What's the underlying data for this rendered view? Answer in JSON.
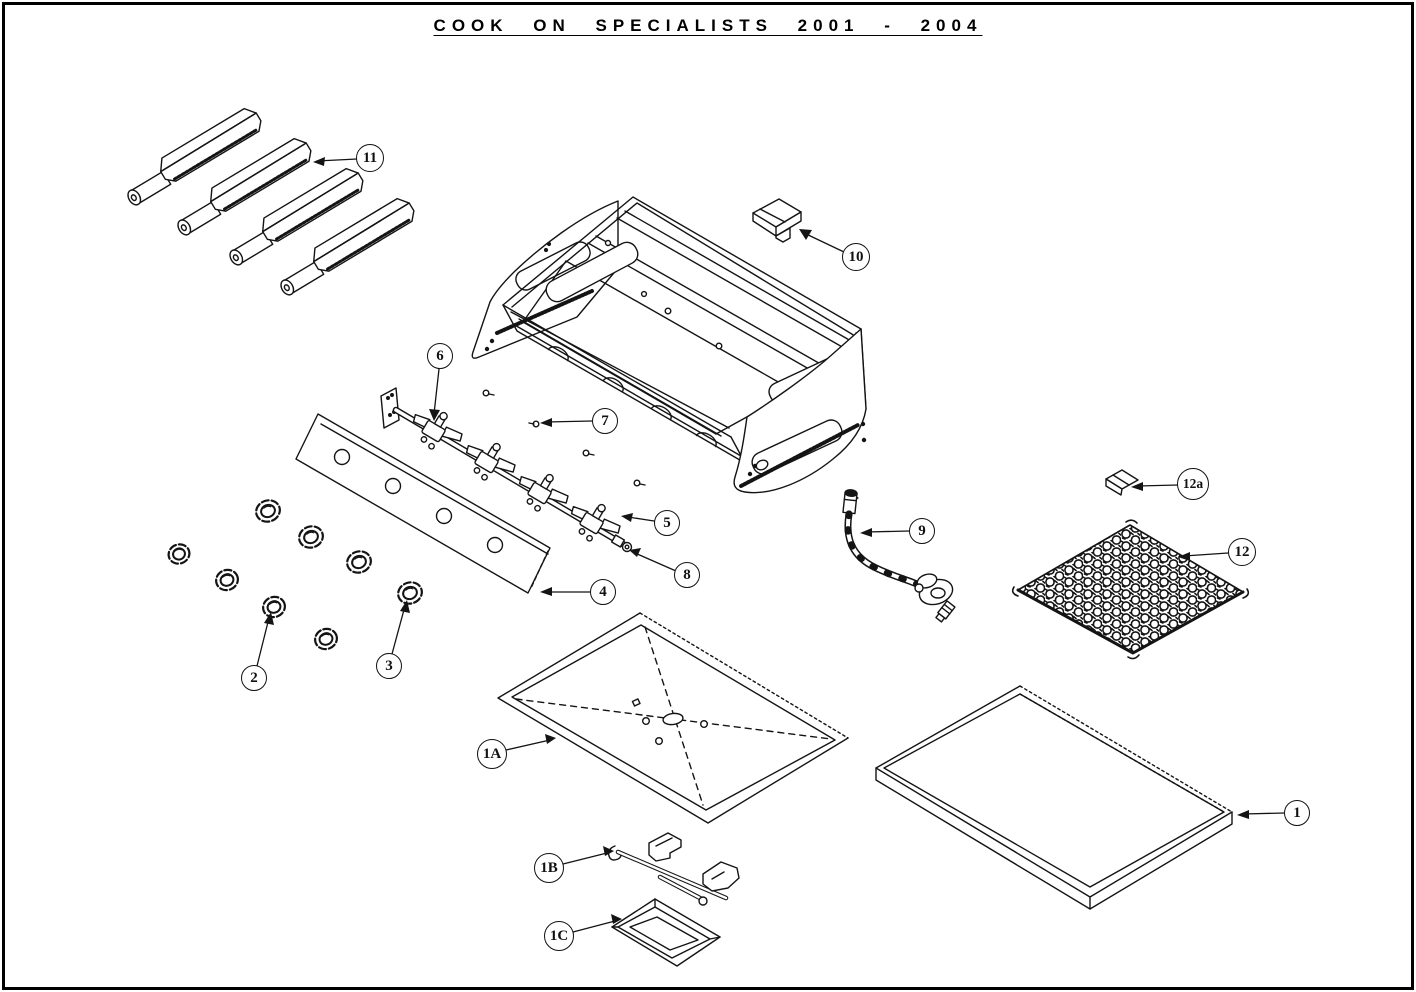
{
  "title": "COOK ON SPECIALISTS 2001 - 2004",
  "colors": {
    "ink": "#141414",
    "paper": "#ffffff"
  },
  "callouts": [
    {
      "label": "1"
    },
    {
      "label": "1A"
    },
    {
      "label": "1B"
    },
    {
      "label": "1C"
    },
    {
      "label": "2"
    },
    {
      "label": "3"
    },
    {
      "label": "4"
    },
    {
      "label": "5"
    },
    {
      "label": "6"
    },
    {
      "label": "7"
    },
    {
      "label": "8"
    },
    {
      "label": "9"
    },
    {
      "label": "10"
    },
    {
      "label": "11"
    },
    {
      "label": "12"
    },
    {
      "label": "12a"
    }
  ]
}
